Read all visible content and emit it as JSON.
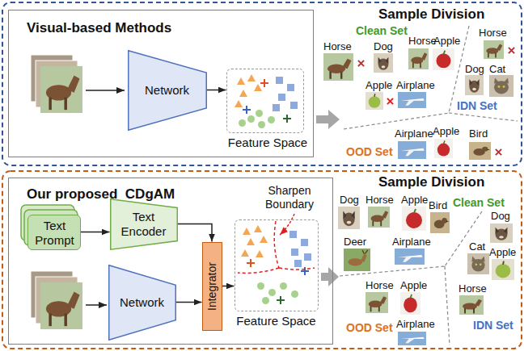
{
  "diagram": {
    "nodes": [
      {
        "text": [
          "Visual-based Methods"
        ]
      },
      {
        "text": [
          "Network"
        ],
        "in": 0
      },
      {
        "text": [
          "Feature Space"
        ],
        "in": 0
      },
      {
        "text": [
          "Our proposed  CDgAM"
        ]
      },
      {
        "text": [
          "Text Prompt"
        ],
        "in": 3
      },
      {
        "text": [
          "Text Encoder"
        ],
        "in": 3
      },
      {
        "text": [
          "Network"
        ],
        "in": 3
      },
      {
        "text": [
          "Integrator"
        ],
        "in": 3
      },
      {
        "text": [
          "Feature Space"
        ],
        "in": 3
      }
    ],
    "edges": [
      {
        "from": 1,
        "to": 2,
        "arrow": "to"
      },
      {
        "from": 4,
        "to": 5,
        "arrow": "to"
      },
      {
        "from": 5,
        "to": 7,
        "arrow": "to"
      },
      {
        "from": 6,
        "to": 7,
        "arrow": "to"
      },
      {
        "from": 7,
        "to": 8,
        "arrow": "to"
      }
    ],
    "labels": [
      "Sample Division",
      "Clean Set",
      "Horse",
      "Dog",
      "Horse",
      "Apple",
      "Apple",
      "Airplane",
      "Horse",
      "Dog",
      "Cat",
      "IDN Set",
      "OOD Set",
      "Airplane",
      "Apple",
      "Bird",
      "Sharpen Boundary",
      "Sample Division",
      "Dog",
      "Horse",
      "Apple",
      "Bird",
      "Clean Set",
      "Deer",
      "Airplane",
      "Dog",
      "Cat",
      "Apple",
      "Horse",
      "IDN Set",
      "Horse",
      "Apple",
      "OOD Set",
      "Airplane"
    ]
  }
}
